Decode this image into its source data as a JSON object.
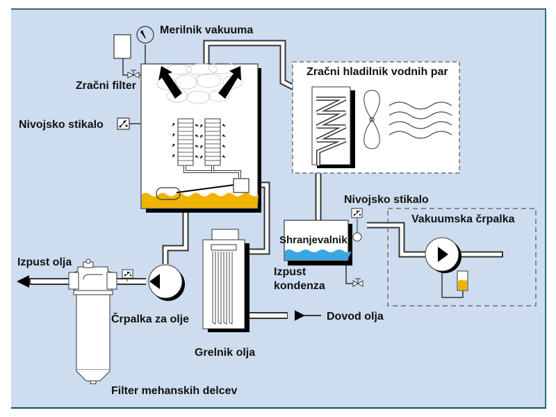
{
  "title": "Vakuumski sistem za razplinjevanje olja",
  "labels": {
    "vacuum_gauge": "Merilnik vakuuma",
    "air_filter": "Zračni filter",
    "level_switch_left": "Nivojsko stikalo",
    "air_cooler": "Zračni hladilnik vodnih par",
    "level_switch_right": "Nivojsko stikalo",
    "storage_tank": "Shranjevalnik",
    "vacuum_pump": "Vakuumska črpalka",
    "condensate_drain_line1": "Izpust",
    "condensate_drain_line2": "kondenza",
    "oil_outlet": "Izpust olja",
    "oil_pump": "Črpalka za olje",
    "oil_inlet": "Dovod olja",
    "oil_heater": "Grelnik olja",
    "particle_filter": "Filter mehanskih delcev"
  },
  "colors": {
    "background": "#cddcee",
    "oil": "#f0b400",
    "water": "#3aa8e0",
    "outline": "#222222",
    "shadow": "#000000"
  },
  "icons": [
    "vacuum-gauge-icon",
    "valve-icon",
    "level-switch-icon",
    "fan-icon",
    "heat-wave-icon",
    "pump-icon",
    "arrow-left-icon",
    "float-icon"
  ]
}
